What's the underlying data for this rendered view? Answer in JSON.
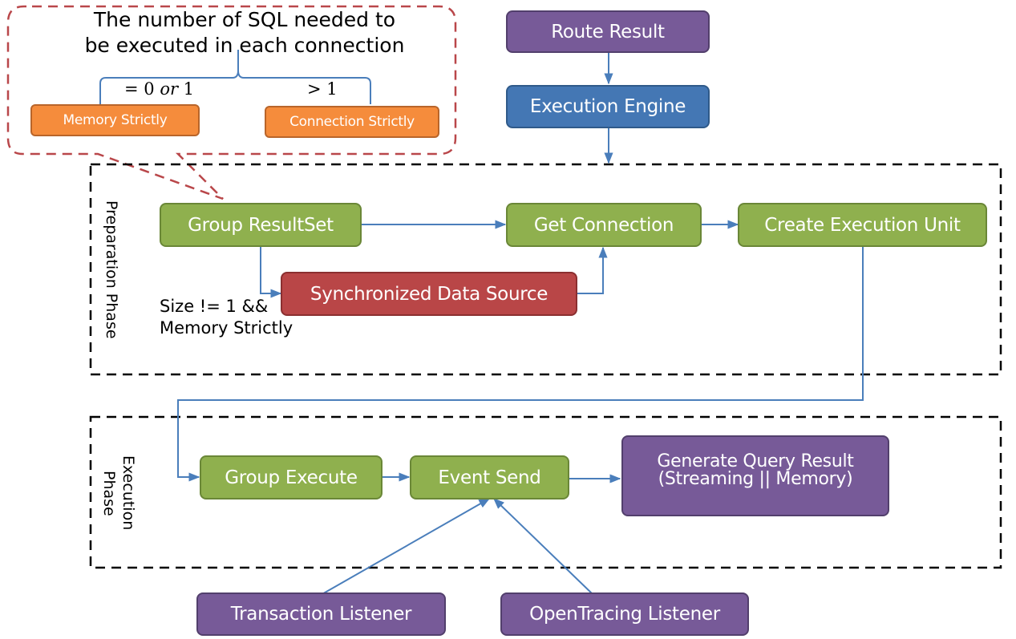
{
  "callout": {
    "title_line1": "The number of SQL needed to",
    "title_line2": "be executed in each connection",
    "left_condition_prefix": "= 0 ",
    "left_condition_or": "or",
    "left_condition_suffix": " 1",
    "right_condition": "> 1",
    "left_mode": "Memory Strictly",
    "right_mode": "Connection Strictly"
  },
  "nodes": {
    "route_result": "Route Result",
    "execution_engine": "Execution Engine",
    "group_resultset": "Group  ResultSet",
    "get_connection": "Get  Connection",
    "create_execution_unit": "Create Execution Unit",
    "synchronized_data_source": "Synchronized Data Source",
    "group_execute": "Group  Execute",
    "event_send": "Event Send",
    "generate_query_result_line1": "Generate Query Result",
    "generate_query_result_line2": "(Streaming || Memory)",
    "transaction_listener": "Transaction Listener",
    "opentracing_listener": "OpenTracing Listener"
  },
  "phases": {
    "preparation": "Preparation Phase",
    "execution_line1": "Execution",
    "execution_line2": "Phase"
  },
  "conditions": {
    "sync_line1": "Size != 1 &&",
    "sync_line2": "Memory Strictly"
  },
  "colors": {
    "green": "#8fb04e",
    "purple": "#775a98",
    "blue": "#4477b4",
    "red": "#b94647",
    "orange": "#f58c3c",
    "arrow": "#4a7ebb",
    "callout_border": "#b9474a"
  }
}
